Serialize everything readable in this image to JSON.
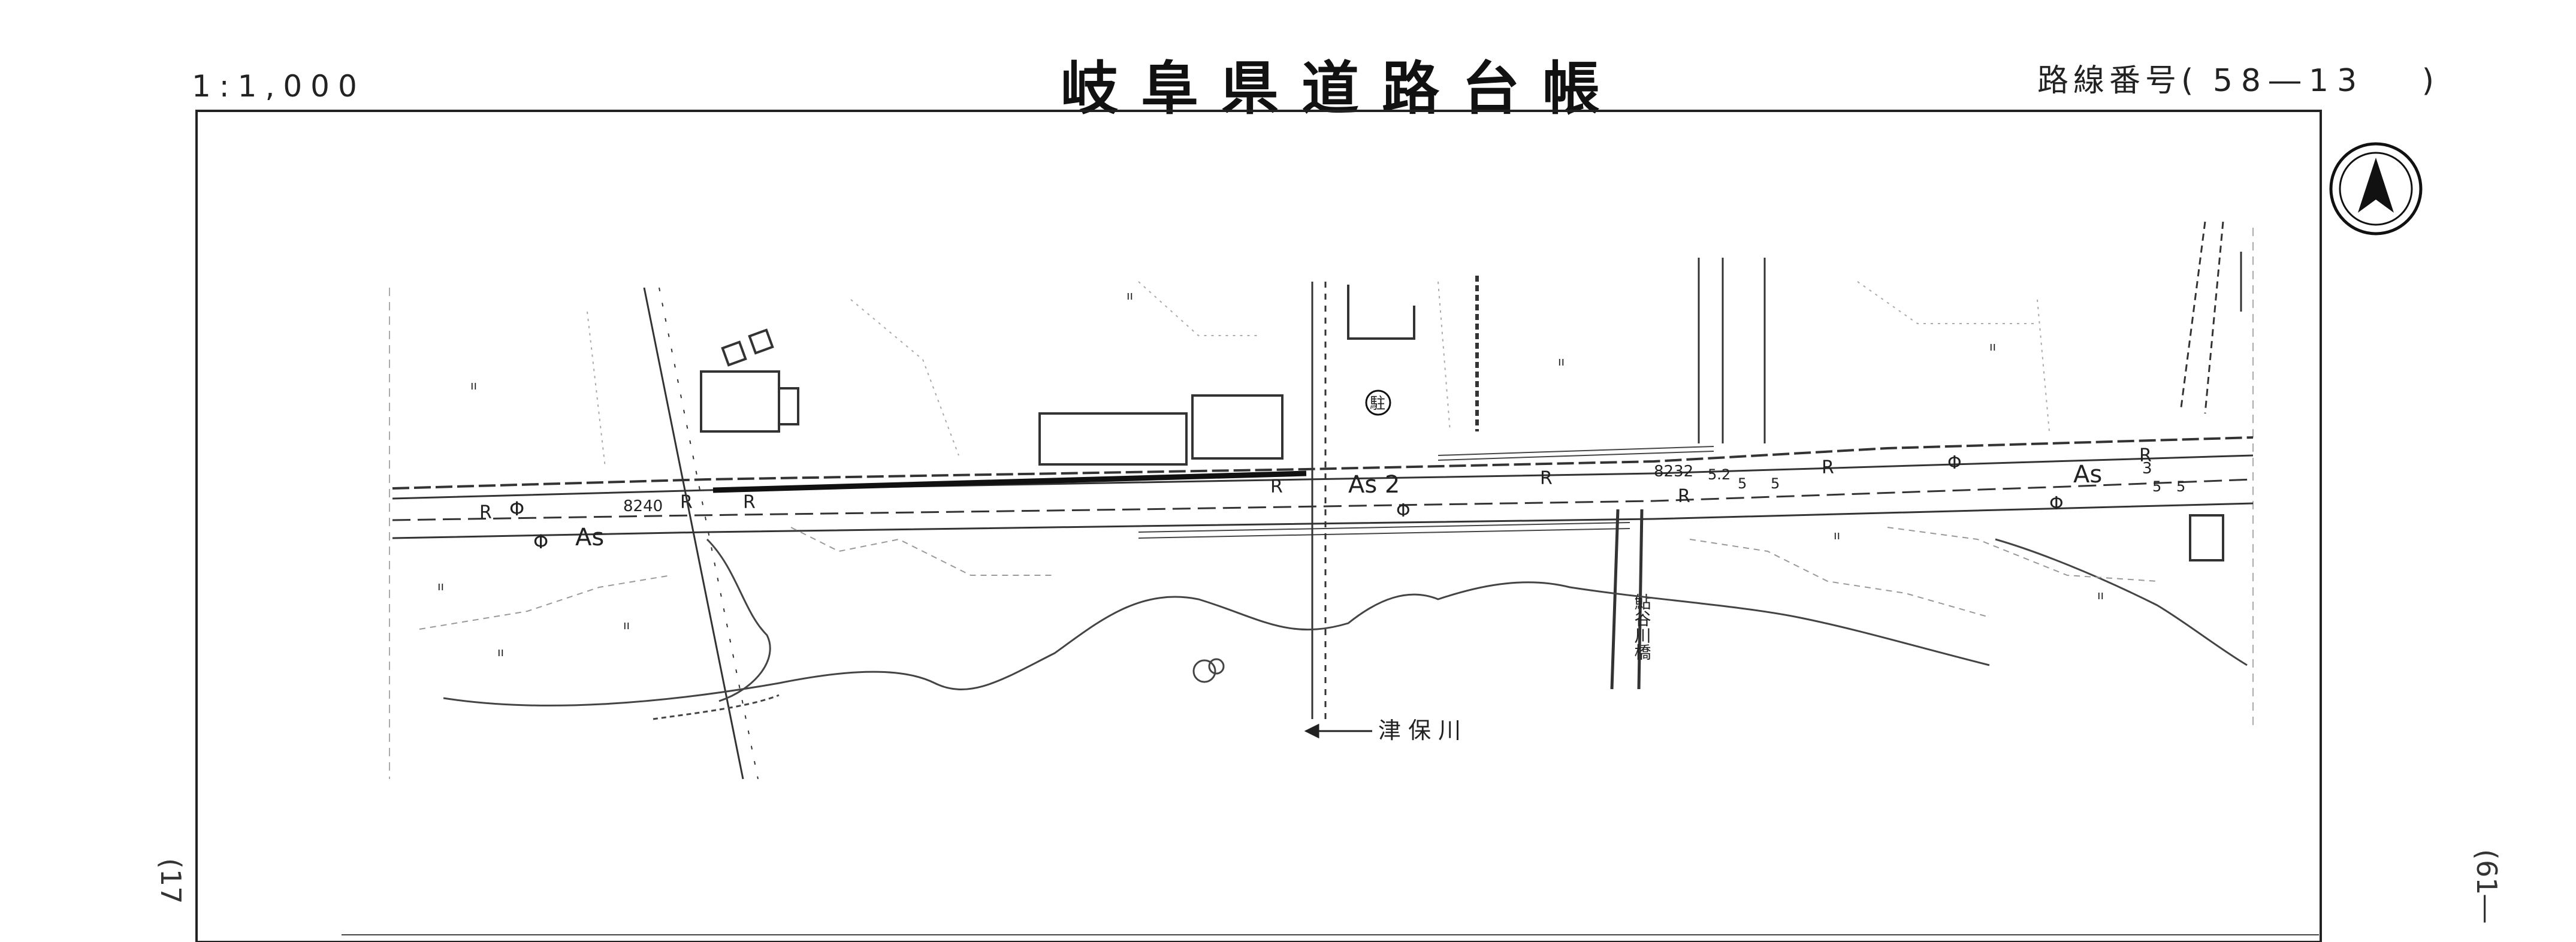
{
  "header": {
    "scale": "1:1,000",
    "title": "岐阜県道路台帳",
    "route_label": "路線番号(",
    "route_number": "58―13",
    "route_close": ")"
  },
  "margin": {
    "left_note": "(17",
    "right_note": "(61―"
  },
  "map": {
    "river_name": "津 保 川",
    "surface_left": "As",
    "surface_right": "As",
    "surface_mid": "As 2",
    "marker_left": "8240",
    "marker_right": "8232",
    "road_marks": [
      "R",
      "R",
      "R",
      "R",
      "R",
      "R",
      "R",
      "R"
    ],
    "width_labels": [
      "3",
      "5",
      "5",
      "5",
      "5",
      "5.2"
    ],
    "parking_symbol": "駐",
    "bridge_label": "鮎谷川橋",
    "field_symbol": "ıı",
    "north_arrow": "north-arrow"
  }
}
